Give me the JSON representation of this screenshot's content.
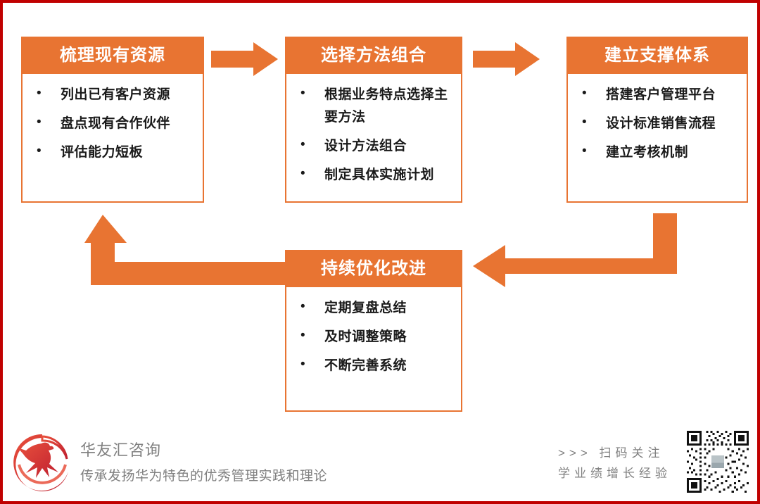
{
  "theme": {
    "accent": "#e87432",
    "frame_border": "#c00000",
    "header_text": "#ffffff",
    "body_text": "#1a1a1a",
    "footer_text": "#808080"
  },
  "boxes": [
    {
      "id": "box-1",
      "title": "梳理现有资源",
      "items": [
        "列出已有客户资源",
        "盘点现有合作伙伴",
        "评估能力短板"
      ]
    },
    {
      "id": "box-2",
      "title": "选择方法组合",
      "items": [
        "根据业务特点选择主要方法",
        "设计方法组合",
        "制定具体实施计划"
      ]
    },
    {
      "id": "box-3",
      "title": "建立支撑体系",
      "items": [
        "搭建客户管理平台",
        "设计标准销售流程",
        "建立考核机制"
      ]
    },
    {
      "id": "box-4",
      "title": "持续优化改进",
      "items": [
        "定期复盘总结",
        "及时调整策略",
        "不断完善系统"
      ]
    }
  ],
  "bullet_glyph": "•",
  "arrows": [
    {
      "name": "arrow-box1-to-box2",
      "direction": "right"
    },
    {
      "name": "arrow-box2-to-box3",
      "direction": "right"
    },
    {
      "name": "arrow-box3-to-box4",
      "direction": "down-left-elbow"
    },
    {
      "name": "arrow-box4-to-box1",
      "direction": "left-up-elbow"
    }
  ],
  "footer": {
    "brand_name": "华友汇咨询",
    "brand_tagline": "传承发扬华为特色的优秀管理实践和理论",
    "qr_line_1": ">>> 扫码关注",
    "qr_line_2": "学业绩增长经验",
    "logo_icon": "phoenix-logo-icon",
    "qr_icon": "qr-code-icon"
  }
}
